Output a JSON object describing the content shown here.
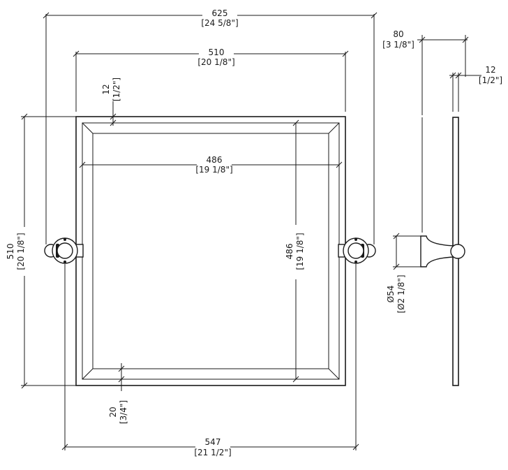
{
  "dimensions": {
    "overall_width": {
      "mm": "625",
      "in": "[24 5/8\"]"
    },
    "frame_width": {
      "mm": "510",
      "in": "[20 1/8\"]"
    },
    "frame_height": {
      "mm": "510",
      "in": "[20 1/8\"]"
    },
    "frame_border": {
      "mm": "12",
      "in": "[1/2\"]"
    },
    "mirror_width": {
      "mm": "486",
      "in": "[19 1/8\"]"
    },
    "mirror_height": {
      "mm": "486",
      "in": "[19 1/8\"]"
    },
    "bracket_spacing": {
      "mm": "547",
      "in": "[21 1/2\"]"
    },
    "bottom_gap": {
      "mm": "20",
      "in": "[3/4\"]"
    },
    "projection": {
      "mm": "80",
      "in": "[3 1/8\"]"
    },
    "side_thickness": {
      "mm": "12",
      "in": "[1/2\"]"
    },
    "mount_diameter": {
      "mm": "Ø54",
      "in": "[Ø2 1/8\"]"
    }
  }
}
